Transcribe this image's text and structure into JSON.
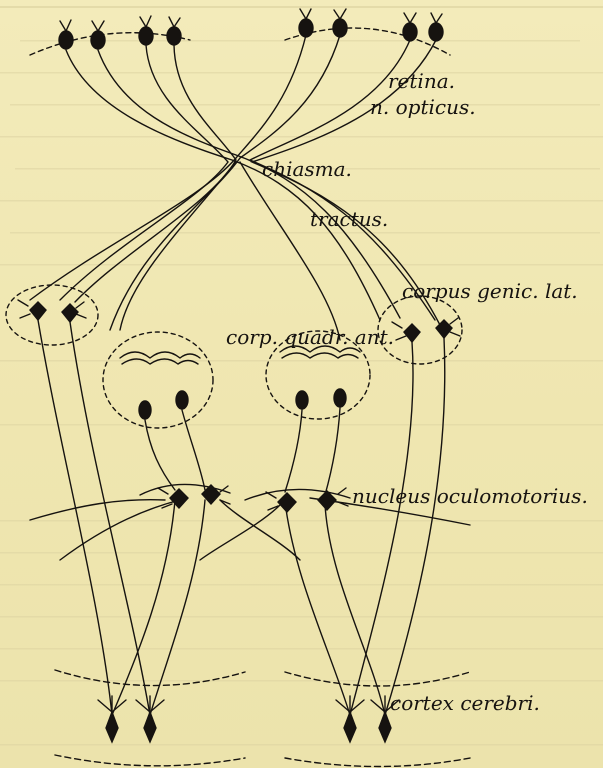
{
  "figure": {
    "labels": {
      "retina": "retina.",
      "n_opticus": "n. opticus.",
      "chiasma": "chiasma.",
      "tractus": "tractus.",
      "corpus_genic_lat": "corpus genic. lat.",
      "corp_quadr_ant": "corp. quadr. ant.",
      "nucleus_oculomotorius": "nucleus oculomotorius.",
      "cortex_cerebri": "cortex cerebri."
    },
    "colors": {
      "paper": "#f1e9b6",
      "ink": "#161310",
      "show_through": "#c7bd8c"
    }
  }
}
